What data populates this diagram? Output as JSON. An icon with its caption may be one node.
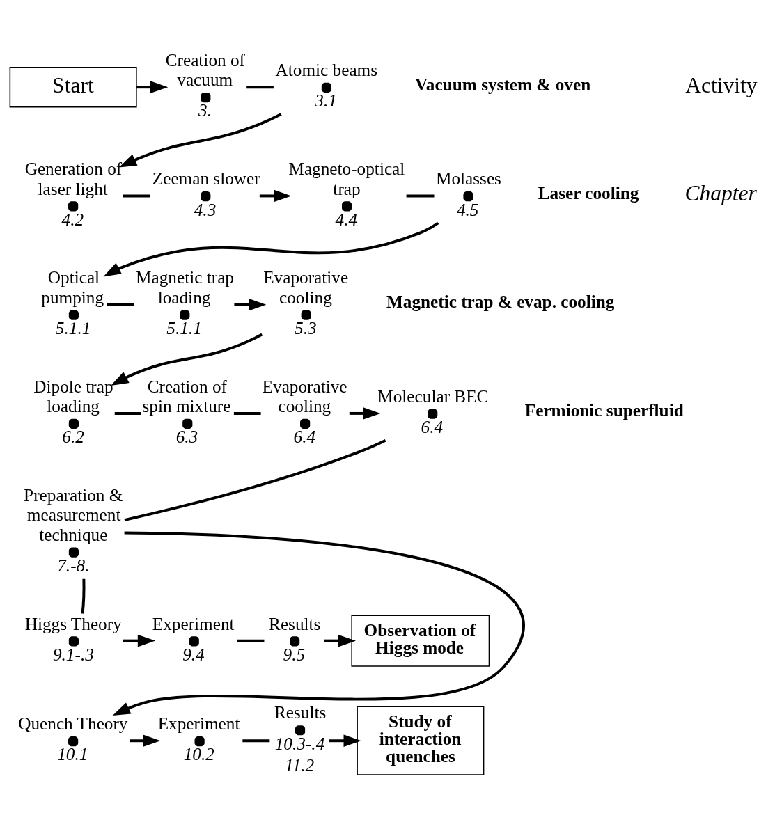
{
  "diagram": {
    "nodes": [
      {
        "text": [
          "Start"
        ]
      },
      {
        "text": [
          "Creation of vacuum"
        ],
        "beside": [
          "3."
        ]
      },
      {
        "text": [
          "Atomic beams"
        ],
        "beside": [
          "3.1"
        ]
      },
      {
        "text": [
          "Generation of laser light"
        ],
        "beside": [
          "4.2"
        ]
      },
      {
        "text": [
          "Zeeman slower"
        ],
        "beside": [
          "4.3"
        ]
      },
      {
        "text": [
          "Magneto-optical trap"
        ],
        "beside": [
          "4.4"
        ]
      },
      {
        "text": [
          "Molasses"
        ],
        "beside": [
          "4.5"
        ]
      },
      {
        "text": [
          "Optical pumping"
        ],
        "beside": [
          "5.1.1"
        ]
      },
      {
        "text": [
          "Magnetic trap loading"
        ],
        "beside": [
          "5.1.1"
        ]
      },
      {
        "text": [
          "Evaporative cooling"
        ],
        "beside": [
          "5.3"
        ]
      },
      {
        "text": [
          "Dipole trap loading"
        ],
        "beside": [
          "6.2"
        ]
      },
      {
        "text": [
          "Creation of spin mixture"
        ],
        "beside": [
          "6.3"
        ]
      },
      {
        "text": [
          "Evaporative cooling"
        ],
        "beside": [
          "6.4"
        ]
      },
      {
        "text": [
          "Molecular BEC"
        ],
        "beside": [
          "6.4"
        ]
      },
      {
        "text": [
          "Preparation & measurement technique"
        ],
        "beside": [
          "7.-8."
        ]
      },
      {
        "text": [
          "Higgs Theory"
        ],
        "beside": [
          "9.1-.3"
        ]
      },
      {
        "text": [
          "Experiment"
        ],
        "beside": [
          "9.4"
        ]
      },
      {
        "text": [
          "Results"
        ],
        "beside": [
          "9.5"
        ]
      },
      {
        "text": [
          "Observation of Higgs mode"
        ]
      },
      {
        "text": [
          "Quench Theory"
        ],
        "beside": [
          "10.1"
        ]
      },
      {
        "text": [
          "Experiment"
        ],
        "beside": [
          "10.2"
        ]
      },
      {
        "text": [
          "Results"
        ],
        "beside": [
          "10.3-.4",
          "11.2"
        ]
      },
      {
        "text": [
          "Study of interaction quenches"
        ]
      }
    ],
    "edges": [
      {
        "from": 0,
        "to": 1,
        "arrow": "to"
      },
      {
        "from": 1,
        "to": 2,
        "arrow": "none"
      },
      {
        "from": 2,
        "to": 3,
        "arrow": "to"
      },
      {
        "from": 3,
        "to": 4,
        "arrow": "none"
      },
      {
        "from": 4,
        "to": 5,
        "arrow": "to"
      },
      {
        "from": 5,
        "to": 6,
        "arrow": "none"
      },
      {
        "from": 6,
        "to": 7,
        "arrow": "to"
      },
      {
        "from": 7,
        "to": 8,
        "arrow": "none"
      },
      {
        "from": 8,
        "to": 9,
        "arrow": "to"
      },
      {
        "from": 9,
        "to": 10,
        "arrow": "to"
      },
      {
        "from": 10,
        "to": 11,
        "arrow": "none"
      },
      {
        "from": 11,
        "to": 12,
        "arrow": "none"
      },
      {
        "from": 12,
        "to": 13,
        "arrow": "to"
      },
      {
        "from": 13,
        "to": 14,
        "arrow": "none"
      },
      {
        "from": 14,
        "to": 15,
        "arrow": "none"
      },
      {
        "from": 15,
        "to": 16,
        "arrow": "to"
      },
      {
        "from": 16,
        "to": 17,
        "arrow": "none"
      },
      {
        "from": 17,
        "to": 18,
        "arrow": "to"
      },
      {
        "from": 14,
        "to": 19,
        "arrow": "to"
      },
      {
        "from": 19,
        "to": 20,
        "arrow": "to"
      },
      {
        "from": 20,
        "to": 21,
        "arrow": "none"
      },
      {
        "from": 21,
        "to": 22,
        "arrow": "to"
      }
    ],
    "labels": [
      "Activity",
      "Chapter",
      "Vacuum system & oven",
      "Laser cooling",
      "Magnetic trap & evap. cooling",
      "Fermionic superfluid"
    ]
  }
}
